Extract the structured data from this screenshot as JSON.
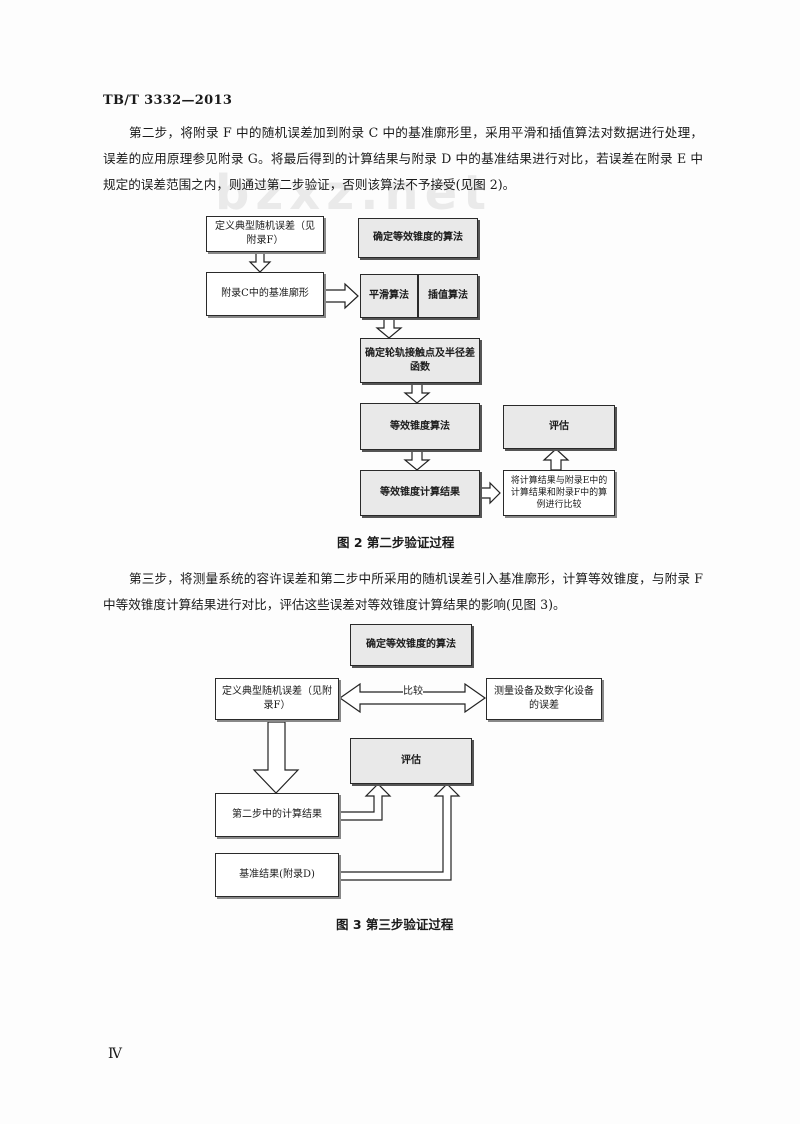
{
  "header": {
    "code": "TB/T  3332—2013"
  },
  "para1": "第二步，将附录 F 中的随机误差加到附录 C 中的基准廓形里，采用平滑和插值算法对数据进行处理，误差的应用原理参见附录 G。将最后得到的计算结果与附录 D 中的基准结果进行对比，若误差在附录 E 中规定的误差范围之内，则通过第二步验证，否则该算法不予接受(见图 2)。",
  "watermark": "bzxz.net",
  "fig2": {
    "define_error": "定义典型随机误差（见附录F）",
    "baseline_profile": "附录C中的基准廓形",
    "determine_algorithm": "确定等效锥度的算法",
    "smoothing": "平滑算法",
    "interpolation": "插值算法",
    "contact_point": "确定轮轨接触点及半径差函数",
    "conicity_algorithm": "等效锥度算法",
    "conicity_result": "等效锥度计算结果",
    "evaluate": "评估",
    "compare": "将计算结果与附录E中的计算结果和附录F中的算例进行比较",
    "caption": "图 2   第二步验证过程"
  },
  "para2": "第三步，将测量系统的容许误差和第二步中所采用的随机误差引入基准廓形，计算等效锥度，与附录 F 中等效锥度计算结果进行对比，评估这些误差对等效锥度计算结果的影响(见图 3)。",
  "fig3": {
    "determine_algorithm": "确定等效锥度的算法",
    "define_error": "定义典型随机误差（见附录F）",
    "compare_label": "比较",
    "measurement_error": "测量设备及数字化设备的误差",
    "evaluate": "评估",
    "step2_result": "第二步中的计算结果",
    "baseline_result": "基准结果(附录D)",
    "caption": "图 3   第三步验证过程"
  },
  "page_number": "Ⅳ"
}
